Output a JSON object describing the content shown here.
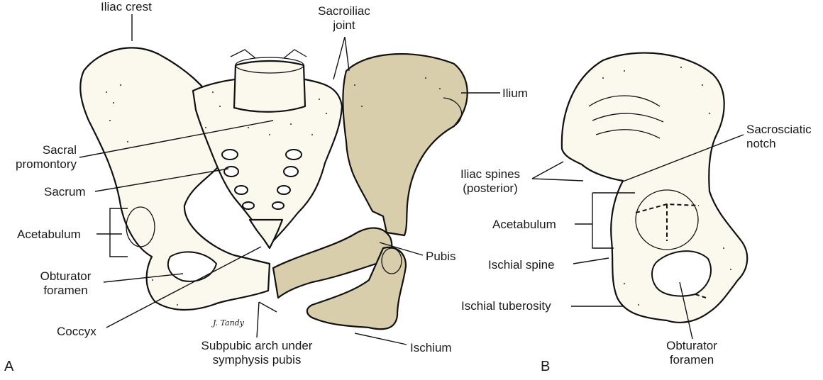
{
  "colors": {
    "outline": "#111111",
    "bone_fill": "#fbf9ee",
    "separated_bone_fill": "#d8ceac",
    "cavity_fill": "#ffffff"
  },
  "panels": {
    "a": {
      "letter": "A",
      "labels": {
        "iliac_crest": "Iliac crest",
        "sacroiliac_joint": [
          "Sacroiliac",
          "joint"
        ],
        "ilium": "Ilium",
        "sacral_promontory": [
          "Sacral",
          "promontory"
        ],
        "sacrum": "Sacrum",
        "acetabulum": "Acetabulum",
        "obturator_foramen": [
          "Obturator",
          "foramen"
        ],
        "coccyx": "Coccyx",
        "pubis": "Pubis",
        "ischium": "Ischium",
        "subpubic_arch": [
          "Subpubic arch under",
          "symphysis pubis"
        ]
      },
      "signature": "J. Tandy"
    },
    "b": {
      "letter": "B",
      "labels": {
        "sacrosciatic_notch": [
          "Sacrosciatic",
          "notch"
        ],
        "iliac_spines": [
          "Iliac spines",
          "(posterior)"
        ],
        "acetabulum": "Acetabulum",
        "ischial_spine": "Ischial spine",
        "ischial_tuberosity": "Ischial tuberosity",
        "obturator_foramen": [
          "Obturator",
          "foramen"
        ]
      }
    }
  }
}
